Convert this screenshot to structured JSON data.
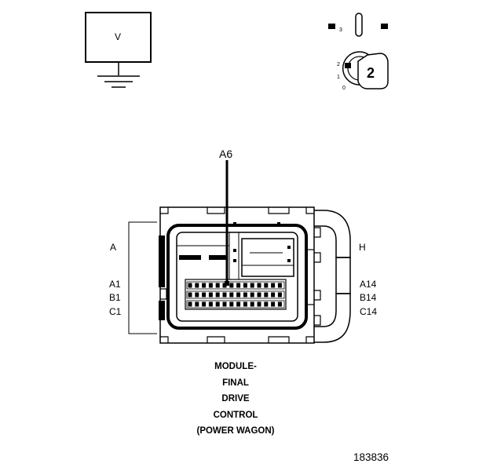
{
  "voltmeter": {
    "label": "V"
  },
  "ignition": {
    "positions": [
      "3",
      "2",
      "1",
      "0"
    ],
    "selected_position": "2"
  },
  "connector": {
    "pin_callout": "A6",
    "left_labels": [
      "A",
      "A1",
      "B1",
      "C1"
    ],
    "right_labels": [
      "H",
      "A14",
      "B14",
      "C14"
    ]
  },
  "caption": {
    "lines": [
      "MODULE-",
      "FINAL",
      "DRIVE",
      "CONTROL",
      "(POWER WAGON)"
    ]
  },
  "figure_number": "183836"
}
